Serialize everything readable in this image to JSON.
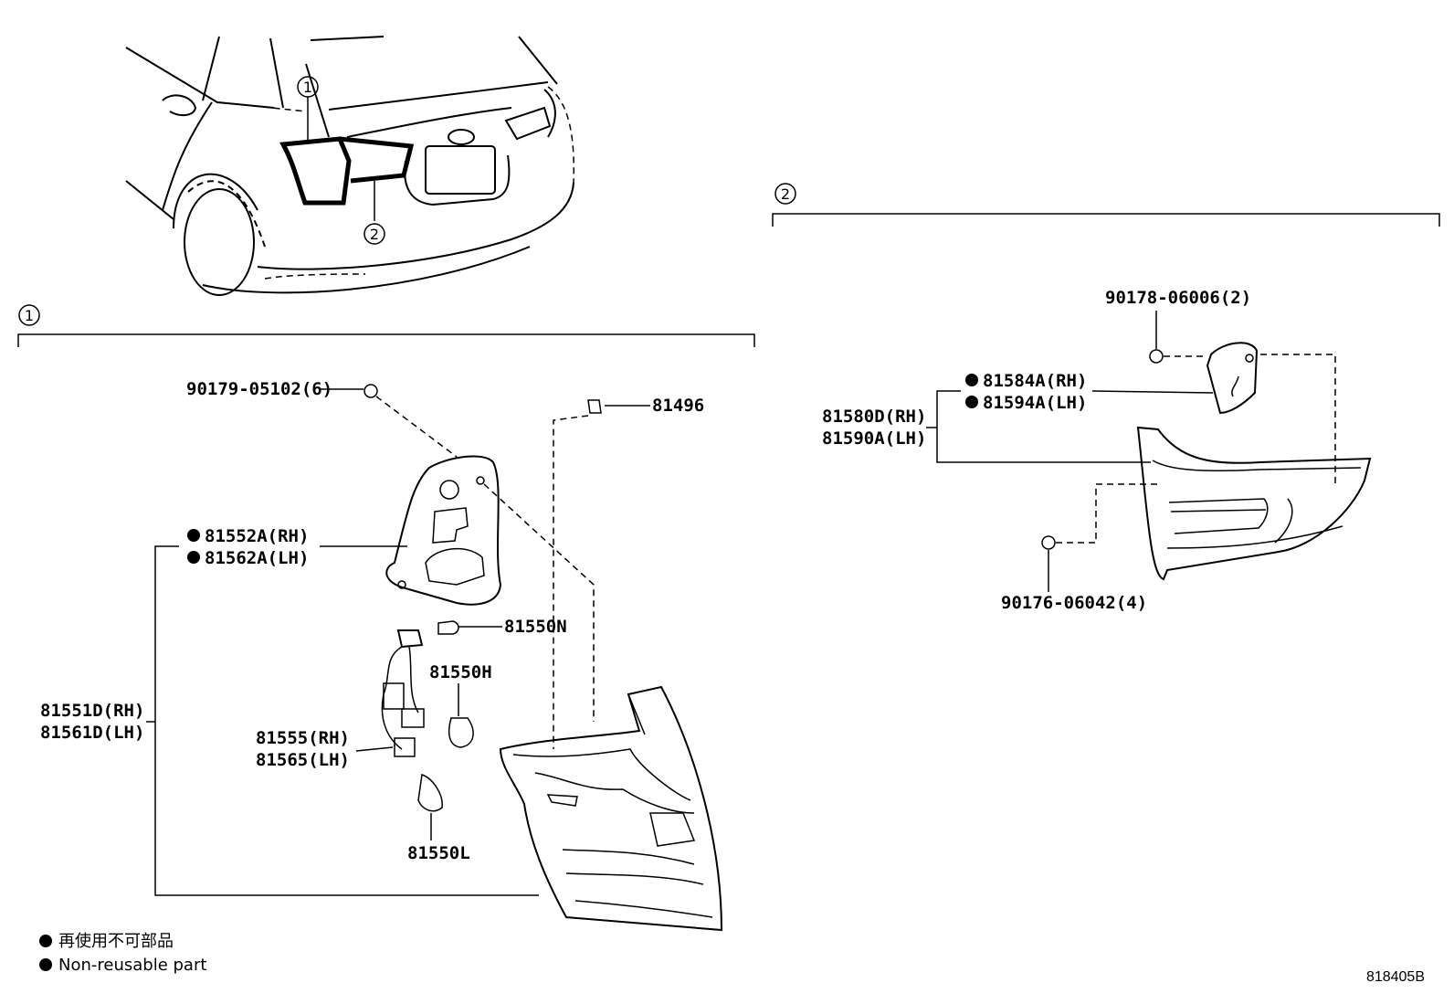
{
  "sections": {
    "one_marker": "1",
    "two_marker": "2"
  },
  "car": {
    "callout_1": "1",
    "callout_2": "2"
  },
  "left_parts": {
    "screw": "90179-05102(6)",
    "clip": "81496",
    "gasket_rh": "81552A(RH)",
    "gasket_lh": "81562A(LH)",
    "bulb_n": "81550N",
    "bulb_h": "81550H",
    "lamp_rh": "81551D(RH)",
    "lamp_lh": "81561D(LH)",
    "socket_rh": "81555(RH)",
    "socket_lh": "81565(LH)",
    "bulb_l": "81550L"
  },
  "right_parts": {
    "nut_top": "90178-06006(2)",
    "gasket_rh": "81584A(RH)",
    "gasket_lh": "81594A(LH)",
    "lamp_rh": "81580D(RH)",
    "lamp_lh": "81590A(LH)",
    "nut_bottom": "90176-06042(4)"
  },
  "legend": {
    "jp": "再使用不可部品",
    "en": "Non-reusable part"
  },
  "drawing_code": "818405B"
}
